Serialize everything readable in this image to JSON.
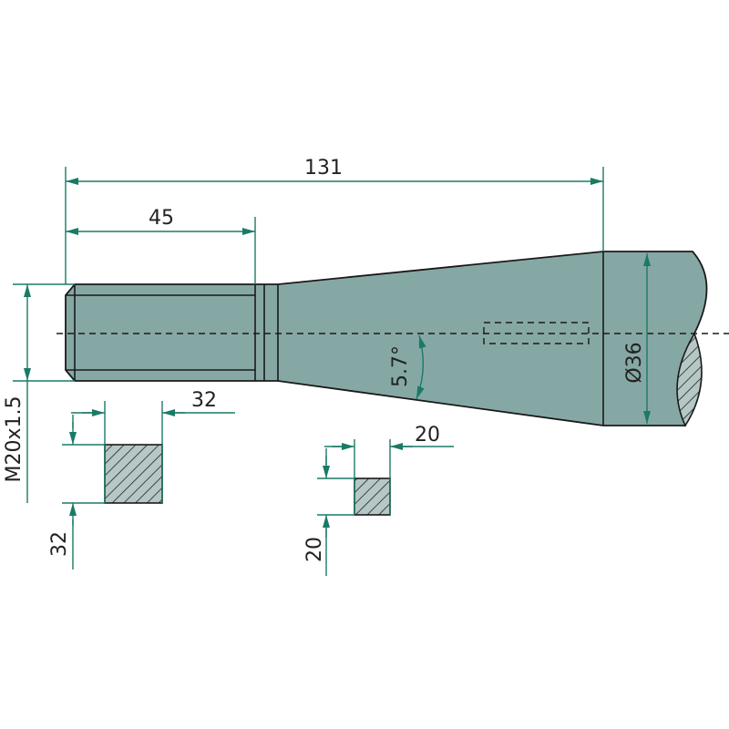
{
  "dimensions": {
    "overall_length": "131",
    "thread_length": "45",
    "thread_spec": "M20x1.5",
    "taper_angle": "5.7°",
    "diameter": "Ø36",
    "large_section_width": "32",
    "large_section_height": "32",
    "small_section_width": "20",
    "small_section_height": "20"
  },
  "colors": {
    "part_fill": "#86a8a4",
    "dimension": "#1a7a66",
    "section_fill": "#b5c8c5"
  }
}
